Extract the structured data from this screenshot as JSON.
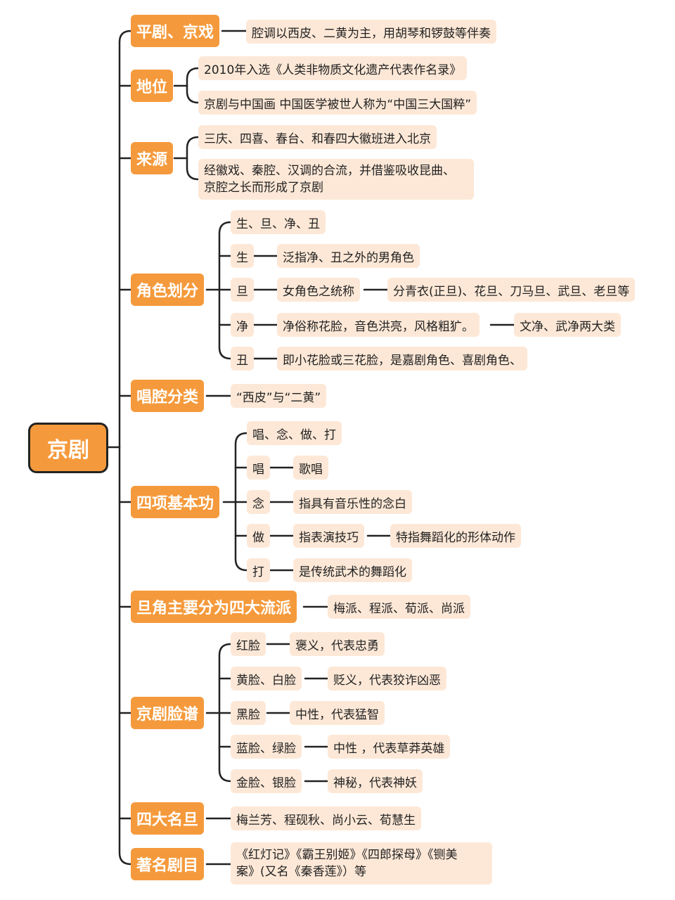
{
  "root": "京剧",
  "c1": {
    "label": "平剧、京戏",
    "leaf": "腔调以西皮、二黄为主，用胡琴和锣鼓等伴奏"
  },
  "c2": {
    "label": "地位",
    "l1": "2010年入选《人类非物质文化遗产代表作名录》",
    "l2": "京剧与中国画 中国医学被世人称为“中国三大国粹”"
  },
  "c3": {
    "label": "来源",
    "l1": "三庆、四喜、春台、和春四大徽班进入北京",
    "l2a": "经徽戏、秦腔、汉调的合流，并借鉴吸收昆曲、",
    "l2b": "京腔之长而形成了京剧"
  },
  "c4": {
    "label": "角色划分",
    "all": "生、旦、净、丑",
    "sheng": "生",
    "sheng_d": "泛指净、丑之外的男角色",
    "dan": "旦",
    "dan_d": "女角色之统称",
    "dan_e": "分青衣(正旦)、花旦、刀马旦、武旦、老旦等",
    "jing": "净",
    "jing_d": "净俗称花脸，音色洪亮，风格粗犷。",
    "jing_e": "文净、武净两大类",
    "chou": "丑",
    "chou_d": "即小花脸或三花脸，是嘉剧角色、喜剧角色、"
  },
  "c5": {
    "label": "唱腔分类",
    "leaf": "“西皮”与“二黄”"
  },
  "c6": {
    "label": "四项基本功",
    "all": "唱、念、做、打",
    "chang": "唱",
    "chang_d": "歌唱",
    "nian": "念",
    "nian_d": "指具有音乐性的念白",
    "zuo": "做",
    "zuo_d": "指表演技巧",
    "zuo_e": "特指舞蹈化的形体动作",
    "da": "打",
    "da_d": "是传统武术的舞蹈化"
  },
  "c7": {
    "label": "旦角主要分为四大流派",
    "leaf": "梅派、程派、荀派、尚派"
  },
  "c8": {
    "label": "京剧脸谱",
    "red": "红脸",
    "red_d": "褒义，代表忠勇",
    "yw": "黄脸、白脸",
    "yw_d": "贬义，代表狡诈凶恶",
    "black": "黑脸",
    "black_d": "中性，代表猛智",
    "bg": "蓝脸、绿脸",
    "bg_d": "中性 ，代表草莽英雄",
    "gs": "金脸、银脸",
    "gs_d": "神秘，代表神妖"
  },
  "c9": {
    "label": "四大名旦",
    "leaf": "梅兰芳、程砚秋、尚小云、荀慧生"
  },
  "c10": {
    "label": "著名剧目",
    "l1": "《红灯记》《霸王别姬》《四郎探母》《铡美",
    "l2": "案》(又名《秦香莲》）等"
  },
  "colors": {
    "accent": "#f59a3c",
    "leaf_bg": "#fde8d7",
    "line": "#222222"
  }
}
